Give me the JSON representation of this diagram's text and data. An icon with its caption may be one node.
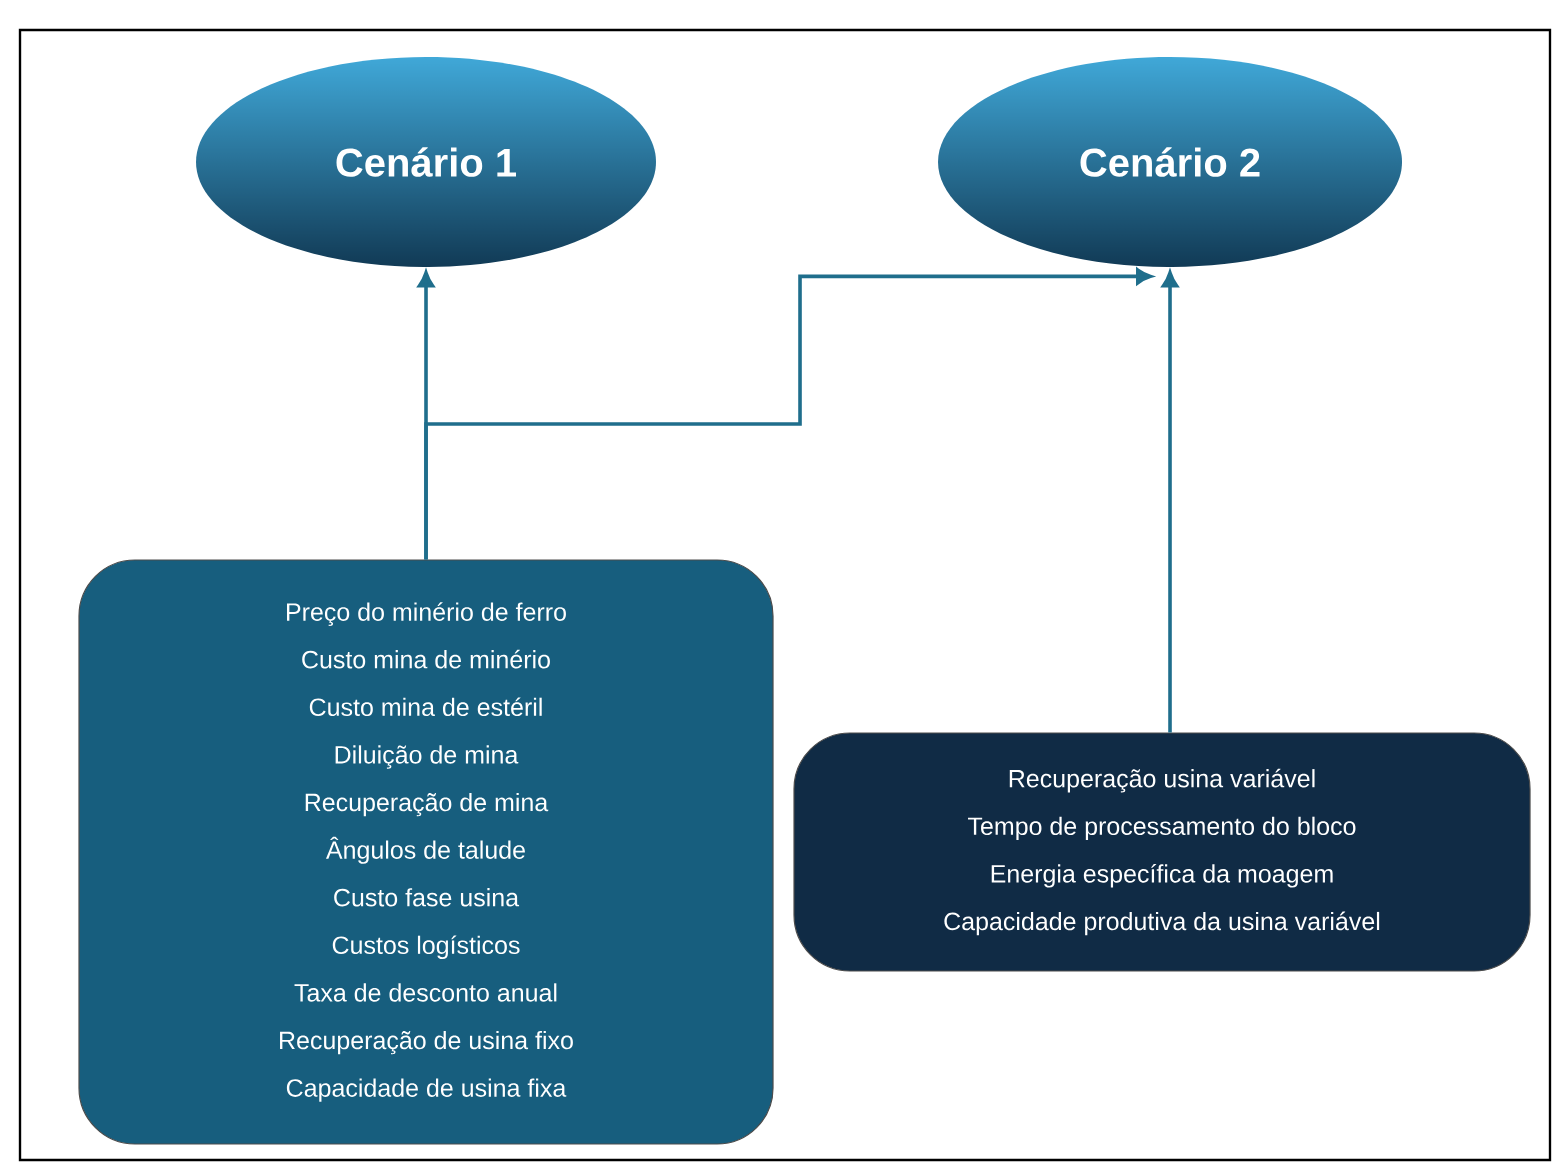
{
  "diagram": {
    "nodes": [
      {
        "text": [
          "Cenário 1"
        ]
      },
      {
        "text": [
          "Cenário 2"
        ]
      },
      {
        "text": [
          "Preço do minério de ferro",
          "Custo mina de minério",
          "Custo mina de estéril",
          "Diluição de mina",
          "Recuperação de mina",
          "Ângulos de talude",
          "Custo fase usina",
          "Custos logísticos",
          "Taxa de desconto anual",
          "Recuperação de usina fixo",
          "Capacidade de usina fixa"
        ]
      },
      {
        "text": [
          "Recuperação usina variável",
          "Tempo de processamento do bloco",
          "Energia específica da moagem",
          "Capacidade produtiva da usina variável"
        ]
      }
    ],
    "edges": [
      {
        "from": 2,
        "to": 0,
        "arrow": "to"
      },
      {
        "from": 2,
        "to": 1,
        "arrow": "to"
      },
      {
        "from": 3,
        "to": 1,
        "arrow": "to"
      }
    ]
  }
}
